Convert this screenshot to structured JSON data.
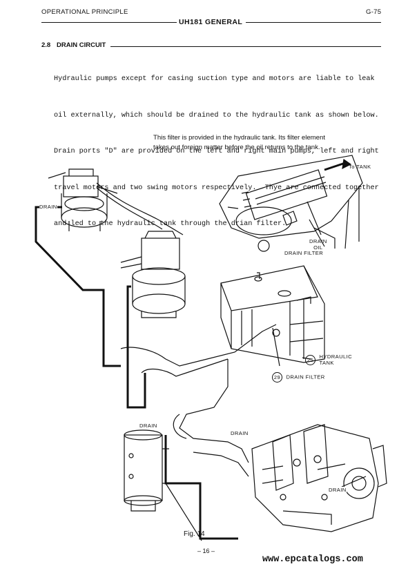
{
  "header": {
    "section": "OPERATIONAL PRINCIPLE",
    "model": "UH181 GENERAL",
    "page_code": "G-75"
  },
  "section": {
    "number": "2.8",
    "title": "DRAIN CIRCUIT",
    "lines": [
      "Hydraulic pumps except for casing suction type and motors are liable to leak",
      "oil externally, which should be drained to the hydraulic tank as shown below.",
      "Drain ports \"D\" are provided on the left and right main pumps, left and right",
      "travel motors and two swing motors respectively.  Thye are connected together",
      "and led to the hydraulic tank through the drian filter."
    ]
  },
  "figure_note": {
    "line1": "This filter is provided in the hydraulic tank. Its filter element",
    "line2": "takes out foreign matter before the oil returns to the tank."
  },
  "labels": {
    "to_tank": "To TANK",
    "drain_top": "DRAIN",
    "drain_oil_1": "DRAIN",
    "drain_oil_2": "OIL",
    "drain_filter_cut": "DRAIN FILTER",
    "hyd_num": "25",
    "hyd_1": "HYDRAULIC",
    "hyd_2": "TANK",
    "df_num": "29",
    "df_text": "DRAIN FILTER",
    "drain_mid": "DRAIN",
    "drain_pump": "DRAIN",
    "drain_pump_right": "DRAIN"
  },
  "figure_caption": "Fig. 14",
  "page_number": "– 16 –",
  "watermark": "www.epcatalogs.com"
}
